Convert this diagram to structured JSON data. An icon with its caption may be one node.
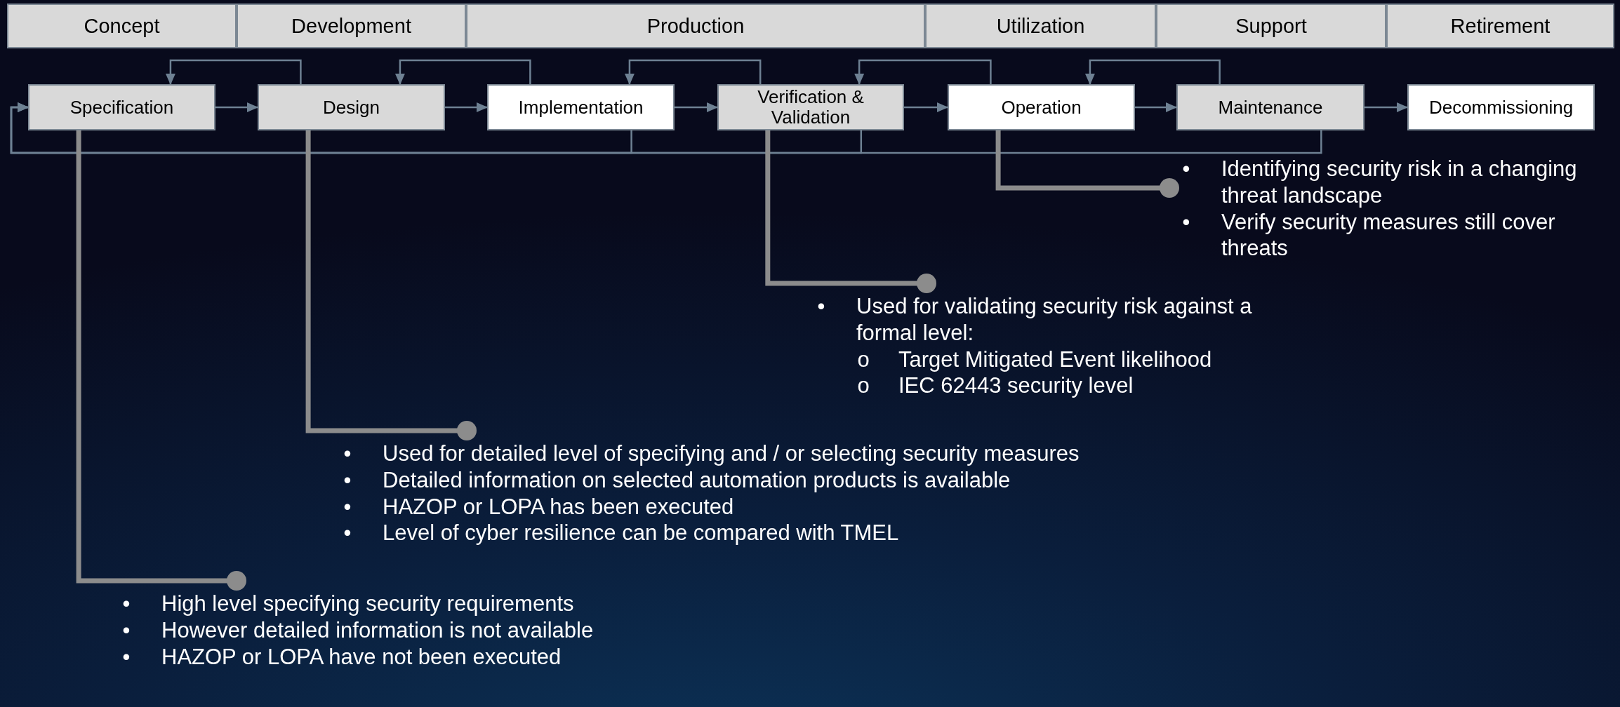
{
  "diagram": {
    "nodes": [
      {
        "text": [
          "Concept"
        ]
      },
      {
        "text": [
          "Development"
        ]
      },
      {
        "text": [
          "Production"
        ]
      },
      {
        "text": [
          "Utilization"
        ]
      },
      {
        "text": [
          "Support"
        ]
      },
      {
        "text": [
          "Retirement"
        ]
      },
      {
        "text": [
          "Specification"
        ]
      },
      {
        "text": [
          "Design"
        ]
      },
      {
        "text": [
          "Implementation"
        ]
      },
      {
        "text": [
          "Verification & Validation"
        ]
      },
      {
        "text": [
          "Operation"
        ]
      },
      {
        "text": [
          "Maintenance"
        ]
      },
      {
        "text": [
          "Decommissioning"
        ]
      },
      {
        "text": [
          "Identifying security risk in a changing threat landscape",
          "Verify security measures still cover threats"
        ]
      },
      {
        "text": [
          "Used for validating security risk against a formal level:",
          "Target Mitigated Event likelihood",
          "IEC 62443 security level"
        ]
      },
      {
        "text": [
          "Used for detailed level of specifying and / or selecting security measures",
          "Detailed information on selected automation products is available",
          "HAZOP or LOPA has been executed",
          "Level of cyber resilience can be compared with TMEL"
        ]
      },
      {
        "text": [
          "High level specifying security requirements",
          "However detailed information is not available",
          "HAZOP or LOPA have not been executed"
        ]
      }
    ],
    "edges": [
      {
        "from": 6,
        "to": 7,
        "arrow": "to"
      },
      {
        "from": 7,
        "to": 8,
        "arrow": "to"
      },
      {
        "from": 8,
        "to": 9,
        "arrow": "to"
      },
      {
        "from": 9,
        "to": 10,
        "arrow": "to"
      },
      {
        "from": 10,
        "to": 11,
        "arrow": "to"
      },
      {
        "from": 11,
        "to": 12,
        "arrow": "to"
      },
      {
        "from": 7,
        "to": 6,
        "arrow": "to"
      },
      {
        "from": 8,
        "to": 7,
        "arrow": "to"
      },
      {
        "from": 9,
        "to": 8,
        "arrow": "to"
      },
      {
        "from": 10,
        "to": 9,
        "arrow": "to"
      },
      {
        "from": 11,
        "to": 10,
        "arrow": "to"
      },
      {
        "from": 8,
        "to": 6,
        "arrow": "to"
      },
      {
        "from": 9,
        "to": 6,
        "arrow": "to"
      },
      {
        "from": 11,
        "to": 6,
        "arrow": "to"
      },
      {
        "from": 10,
        "to": 13,
        "arrow": "other",
        "style": "thick",
        "color": "#8c8c8c"
      },
      {
        "from": 9,
        "to": 14,
        "arrow": "other",
        "style": "thick",
        "color": "#8c8c8c"
      },
      {
        "from": 7,
        "to": 15,
        "arrow": "other",
        "style": "thick",
        "color": "#8c8c8c"
      },
      {
        "from": 6,
        "to": 16,
        "arrow": "other",
        "style": "thick",
        "color": "#8c8c8c"
      }
    ],
    "labels": [
      "•",
      "•",
      "•",
      "o",
      "o",
      "•",
      "•",
      "•",
      "•",
      "•",
      "•",
      "•"
    ]
  }
}
